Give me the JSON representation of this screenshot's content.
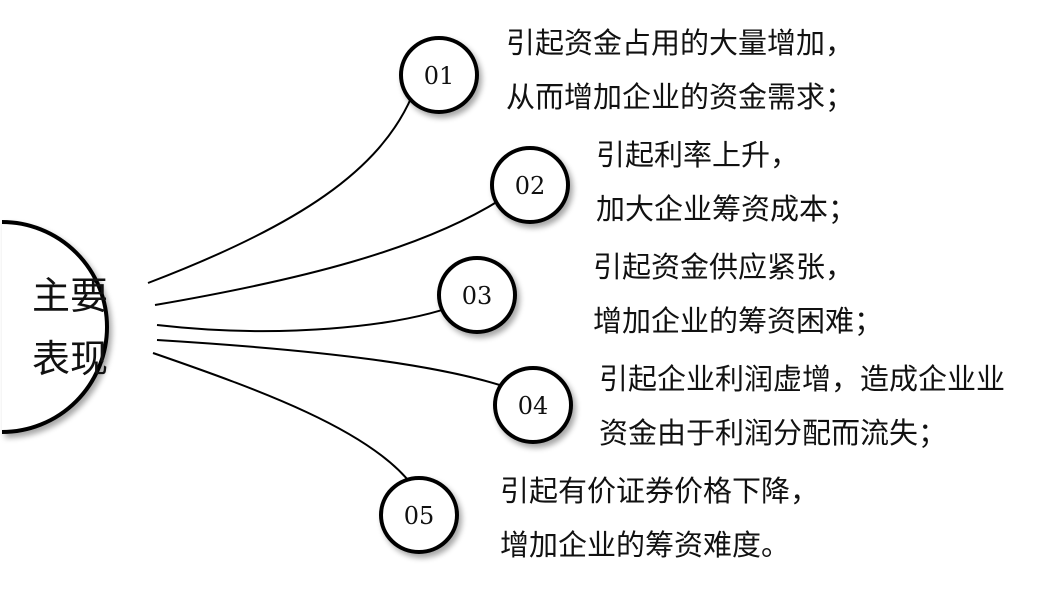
{
  "center": {
    "lines": [
      "主要",
      "表现"
    ]
  },
  "items": [
    {
      "number": "01",
      "lines": [
        "引起资金占用的大量增加，",
        "从而增加企业的资金需求；"
      ]
    },
    {
      "number": "02",
      "lines": [
        "引起利率上升，",
        "加大企业筹资成本；"
      ]
    },
    {
      "number": "03",
      "lines": [
        "引起资金供应紧张，",
        "增加企业的筹资困难；"
      ]
    },
    {
      "number": "04",
      "lines": [
        "引起企业利润虚增，造成企业业",
        "资金由于利润分配而流失；"
      ]
    },
    {
      "number": "05",
      "lines": [
        "引起有价证券价格下降，",
        "增加企业的筹资难度。"
      ]
    }
  ],
  "colors": {
    "stroke": "#000000",
    "text": "#111111",
    "background": "#ffffff"
  }
}
